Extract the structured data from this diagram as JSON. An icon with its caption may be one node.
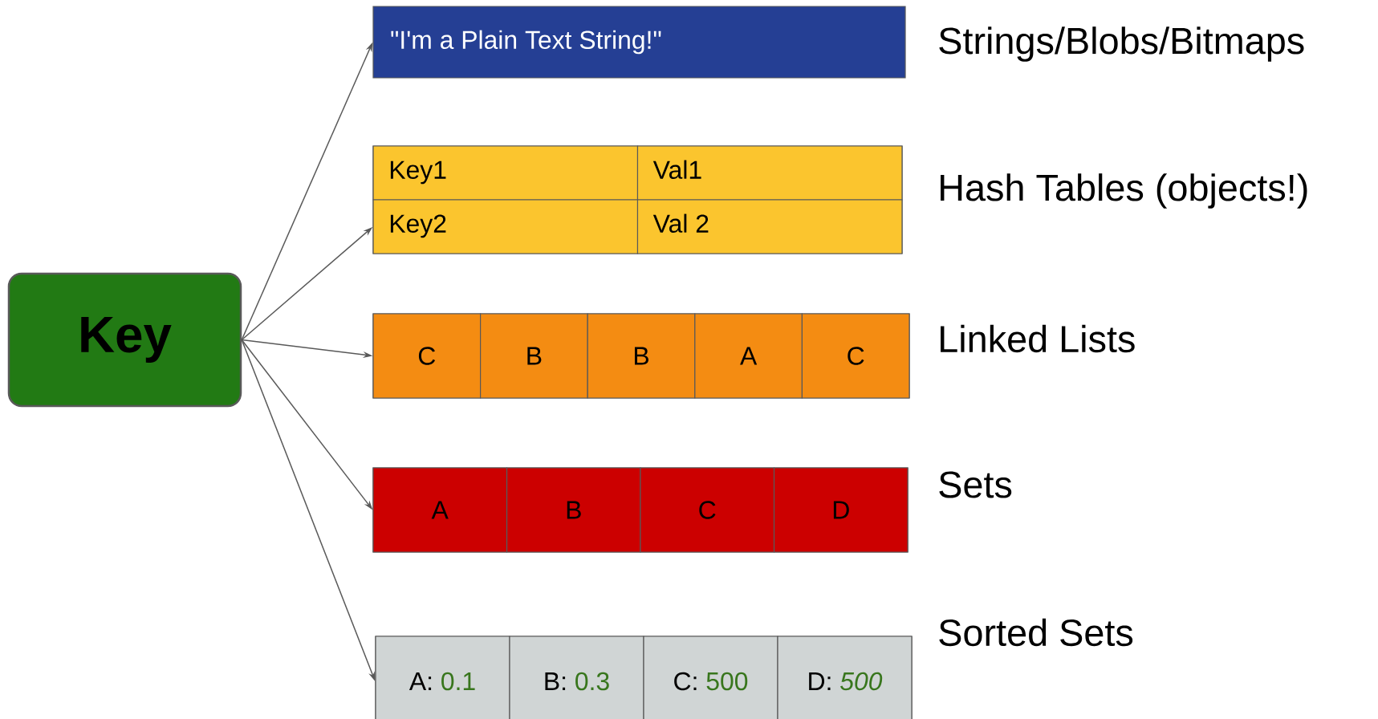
{
  "diagram": {
    "nodes": [
      {
        "text": [
          "Key"
        ]
      },
      {
        "text": [
          "\"I'm a Plain Text String!\""
        ],
        "beside": [
          "Strings/Blobs/Bitmaps"
        ]
      },
      {
        "text": [],
        "shape": "box",
        "beside": [
          "Hash Tables (objects!)"
        ]
      },
      {
        "text": [
          "Key1"
        ],
        "in": 2
      },
      {
        "text": [
          "Val1"
        ],
        "in": 2
      },
      {
        "text": [
          "Key2"
        ],
        "in": 2
      },
      {
        "text": [
          "Val 2"
        ],
        "in": 2
      },
      {
        "text": [],
        "shape": "box",
        "beside": [
          "Linked Lists"
        ]
      },
      {
        "text": [
          "C"
        ],
        "in": 7
      },
      {
        "text": [
          "B"
        ],
        "in": 7
      },
      {
        "text": [
          "B"
        ],
        "in": 7
      },
      {
        "text": [
          "A"
        ],
        "in": 7
      },
      {
        "text": [
          "C"
        ],
        "in": 7
      },
      {
        "text": [],
        "shape": "box",
        "beside": [
          "Sets"
        ]
      },
      {
        "text": [
          "A"
        ],
        "in": 13
      },
      {
        "text": [
          "B"
        ],
        "in": 13
      },
      {
        "text": [
          "C"
        ],
        "in": 13
      },
      {
        "text": [
          "D"
        ],
        "in": 13
      },
      {
        "text": [],
        "shape": "box",
        "beside": [
          "Sorted Sets"
        ]
      },
      {
        "text": [
          "A:",
          "0.1"
        ],
        "in": 18
      },
      {
        "text": [
          "B:",
          "0.3"
        ],
        "in": 18
      },
      {
        "text": [
          "C:",
          "500"
        ],
        "in": 18
      },
      {
        "text": [
          "D:",
          "*500*"
        ],
        "in": 18
      }
    ],
    "edges": [
      {
        "from": 0,
        "to": 1,
        "arrow": "to"
      },
      {
        "from": 0,
        "to": 2,
        "arrow": "to"
      },
      {
        "from": 0,
        "to": 7,
        "arrow": "to"
      },
      {
        "from": 0,
        "to": 13,
        "arrow": "to"
      },
      {
        "from": 0,
        "to": 18,
        "arrow": "to"
      }
    ]
  }
}
